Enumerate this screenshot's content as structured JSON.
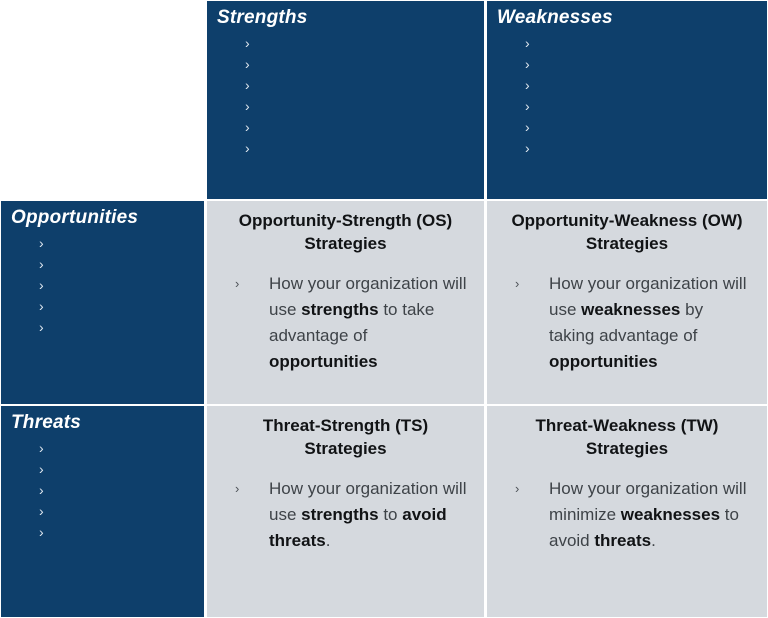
{
  "matrix": {
    "corner": {
      "label": ""
    },
    "column_headers": [
      {
        "id": "strengths",
        "title": "Strengths",
        "bullet_icon": "chevron-right-icon",
        "bullet_count": 6,
        "bullets": [
          "",
          "",
          "",
          "",
          "",
          ""
        ]
      },
      {
        "id": "weaknesses",
        "title": "Weaknesses",
        "bullet_icon": "chevron-right-icon",
        "bullet_count": 6,
        "bullets": [
          "",
          "",
          "",
          "",
          "",
          ""
        ]
      }
    ],
    "row_headers": [
      {
        "id": "opportunities",
        "title": "Opportunities",
        "bullet_icon": "chevron-right-icon",
        "bullet_count": 5,
        "bullets": [
          "",
          "",
          "",
          "",
          ""
        ]
      },
      {
        "id": "threats",
        "title": "Threats",
        "bullet_icon": "chevron-right-icon",
        "bullet_count": 5,
        "bullets": [
          "",
          "",
          "",
          "",
          ""
        ]
      }
    ],
    "strategy_cells": [
      {
        "id": "os",
        "title": "Opportunity-Strength (OS) Strategies",
        "bullet_icon": "chevron-right-icon",
        "text_plain": "How your organization will use strengths to take advantage of opportunities",
        "segments": [
          {
            "text": "How your organization will use ",
            "bold": false
          },
          {
            "text": "strengths",
            "bold": true
          },
          {
            "text": " to take advantage of ",
            "bold": false
          },
          {
            "text": "opportunities",
            "bold": true
          }
        ]
      },
      {
        "id": "ow",
        "title": "Opportunity-Weakness (OW) Strategies",
        "bullet_icon": "chevron-right-icon",
        "text_plain": "How your organization will use weaknesses by taking advantage of opportunities",
        "segments": [
          {
            "text": "How your organization will use ",
            "bold": false
          },
          {
            "text": "weaknesses",
            "bold": true
          },
          {
            "text": " by taking advantage of ",
            "bold": false
          },
          {
            "text": "opportunities",
            "bold": true
          }
        ]
      },
      {
        "id": "ts",
        "title": "Threat-Strength (TS) Strategies",
        "bullet_icon": "chevron-right-icon",
        "text_plain": "How your organization will use strengths to avoid threats.",
        "segments": [
          {
            "text": "How your organization will use ",
            "bold": false
          },
          {
            "text": "strengths",
            "bold": true
          },
          {
            "text": " to ",
            "bold": false
          },
          {
            "text": "avoid threats",
            "bold": true
          },
          {
            "text": ".",
            "bold": false
          }
        ]
      },
      {
        "id": "tw",
        "title": "Threat-Weakness (TW) Strategies",
        "bullet_icon": "chevron-right-icon",
        "text_plain": "How your organization will minimize weaknesses to avoid threats.",
        "segments": [
          {
            "text": "How your organization will minimize ",
            "bold": false
          },
          {
            "text": "weaknesses",
            "bold": true
          },
          {
            "text": " to avoid ",
            "bold": false
          },
          {
            "text": "threats",
            "bold": true
          },
          {
            "text": ".",
            "bold": false
          }
        ]
      }
    ]
  },
  "icons": {
    "chevron": "›"
  },
  "colors": {
    "navy": "#0e3f6b",
    "gray": "#d5d9de",
    "white": "#ffffff",
    "body_text": "#3e4348",
    "bold_text": "#111315"
  }
}
